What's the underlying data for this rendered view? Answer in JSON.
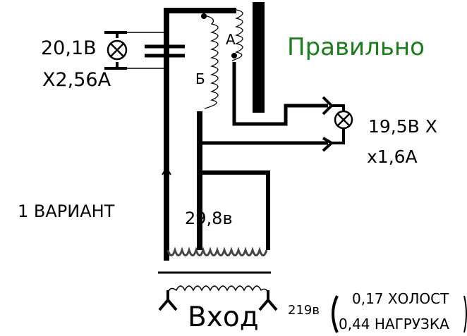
{
  "labels": {
    "lamp1_voltage": "20,1В",
    "lamp1_current": "Х2,56А",
    "winding_a": "А",
    "winding_b": "Б",
    "status": "Правильно",
    "lamp2_voltage": "19,5В Х",
    "lamp2_current": "х1,6А",
    "variant": "1 ВАРИАНТ",
    "secondary_voltage": "29,8в",
    "input": "Вход",
    "input_voltage": "219в",
    "idle_current": "0,17 ХОЛОСТ",
    "load_current": "0,44 НАГРУЗКА"
  },
  "colors": {
    "status": "#1e7d1e",
    "wire": "#000000"
  }
}
